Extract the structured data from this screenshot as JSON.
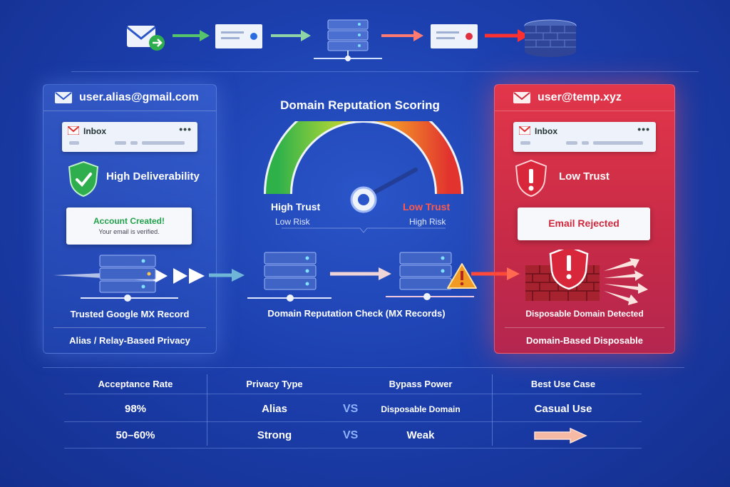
{
  "left_panel": {
    "email": "user.alias@gmail.com",
    "inbox_label": "Inbox",
    "inbox_dots": "•••",
    "status": "High Deliverability",
    "message_title": "Account Created!",
    "message_body": "Your email is verified.",
    "server_caption": "Trusted Google MX Record",
    "footer": "Alias / Relay-Based Privacy"
  },
  "center": {
    "title": "Domain Reputation Scoring",
    "high_label": "High Trust",
    "high_sub": "Low Risk",
    "low_label": "Low Trust",
    "low_sub": "High Risk",
    "check_caption": "Domain Reputation Check (MX Records)"
  },
  "right_panel": {
    "email": "user@temp.xyz",
    "inbox_label": "Inbox",
    "inbox_dots": "•••",
    "status": "Low Trust",
    "message_title": "Email Rejected",
    "wall_caption": "Disposable Domain Detected",
    "footer": "Domain-Based Disposable"
  },
  "table": {
    "headers": [
      "Acceptance Rate",
      "Privacy Type",
      "Bypass Power",
      "Best Use Case"
    ],
    "rows": [
      [
        "98%",
        "Alias",
        "VS",
        "Disposable Domain",
        "Casual Use"
      ],
      [
        "50–60%",
        "Strong",
        "VS",
        "Weak",
        ""
      ]
    ]
  },
  "colors": {
    "background": "#1c3fae",
    "trusted_green": "#2fae4e",
    "danger_red": "#e0303f",
    "low_trust_text": "#ff5a4a"
  },
  "icons": [
    "envelope-icon",
    "server-icon",
    "shield-check-icon",
    "shield-alert-icon",
    "warning-icon",
    "brick-wall-icon",
    "arrow-icon",
    "gauge-icon"
  ]
}
